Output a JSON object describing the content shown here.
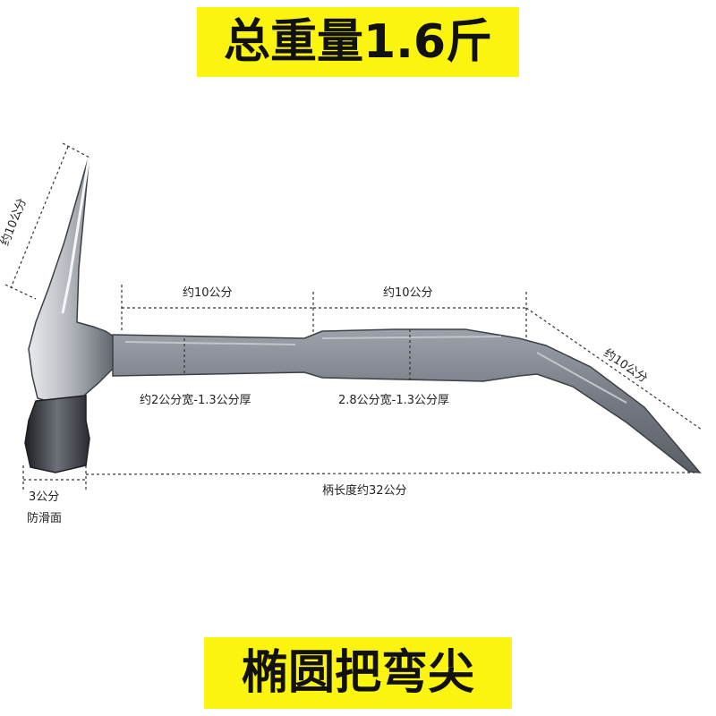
{
  "title": "总重量1.6斤",
  "subtitle": "椭圆把弯尖",
  "labels": {
    "head_length": "约10公分",
    "handle_segment_1": "约10公分",
    "handle_segment_2": "约10公分",
    "tip_length": "约10公分",
    "section_1": "约2公分宽-1.3公分厚",
    "section_2": "2.8公分宽-1.3公分厚",
    "face_size": "3公分",
    "face_note": "防滑面",
    "handle_total": "柄长度约32公分"
  },
  "colors": {
    "banner": "#fbf40f",
    "steel_light": "#b9bcc1",
    "steel_dark": "#4a4e55",
    "handle": "#7d828b"
  }
}
